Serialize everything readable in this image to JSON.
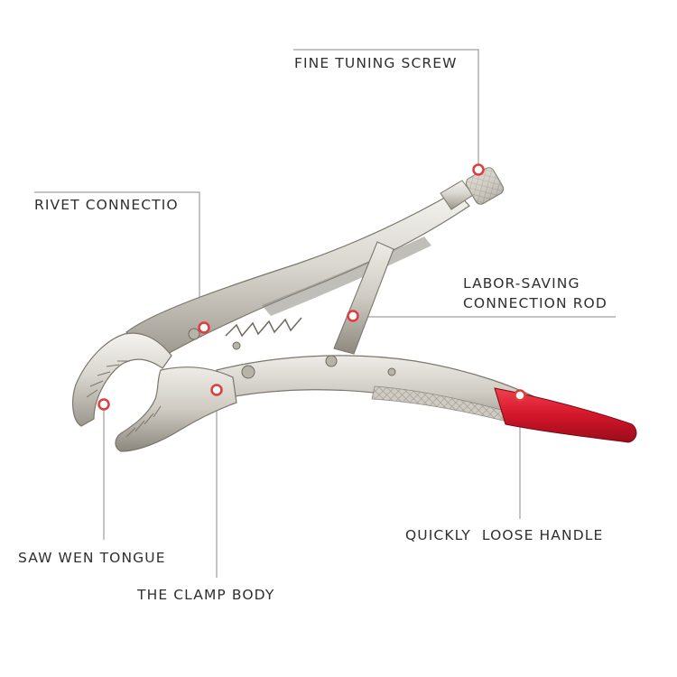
{
  "callouts": {
    "fine_tuning_screw": "FINE TUNING SCREW",
    "rivet_connection": "RIVET CONNECTIO",
    "labor_saving_rod_line1": "LABOR-SAVING",
    "labor_saving_rod_line2": "CONNECTION ROD",
    "quickly_loose_handle": "QUICKLY  LOOSE HANDLE",
    "saw_wen_tongue": "SAW WEN TONGUE",
    "clamp_body": "THE CLAMP BODY"
  },
  "colors": {
    "text": "#2f2f2f",
    "leader_line": "#8a8a8a",
    "marker_ring": "#e23b3b",
    "metal_light": "#e6e4df",
    "metal_mid": "#c9c5bd",
    "metal_dark": "#8f8a80",
    "grip_red": "#d3162a"
  },
  "icons": {
    "tool": "locking-pliers-illustration",
    "marker": "red-ring-marker"
  }
}
